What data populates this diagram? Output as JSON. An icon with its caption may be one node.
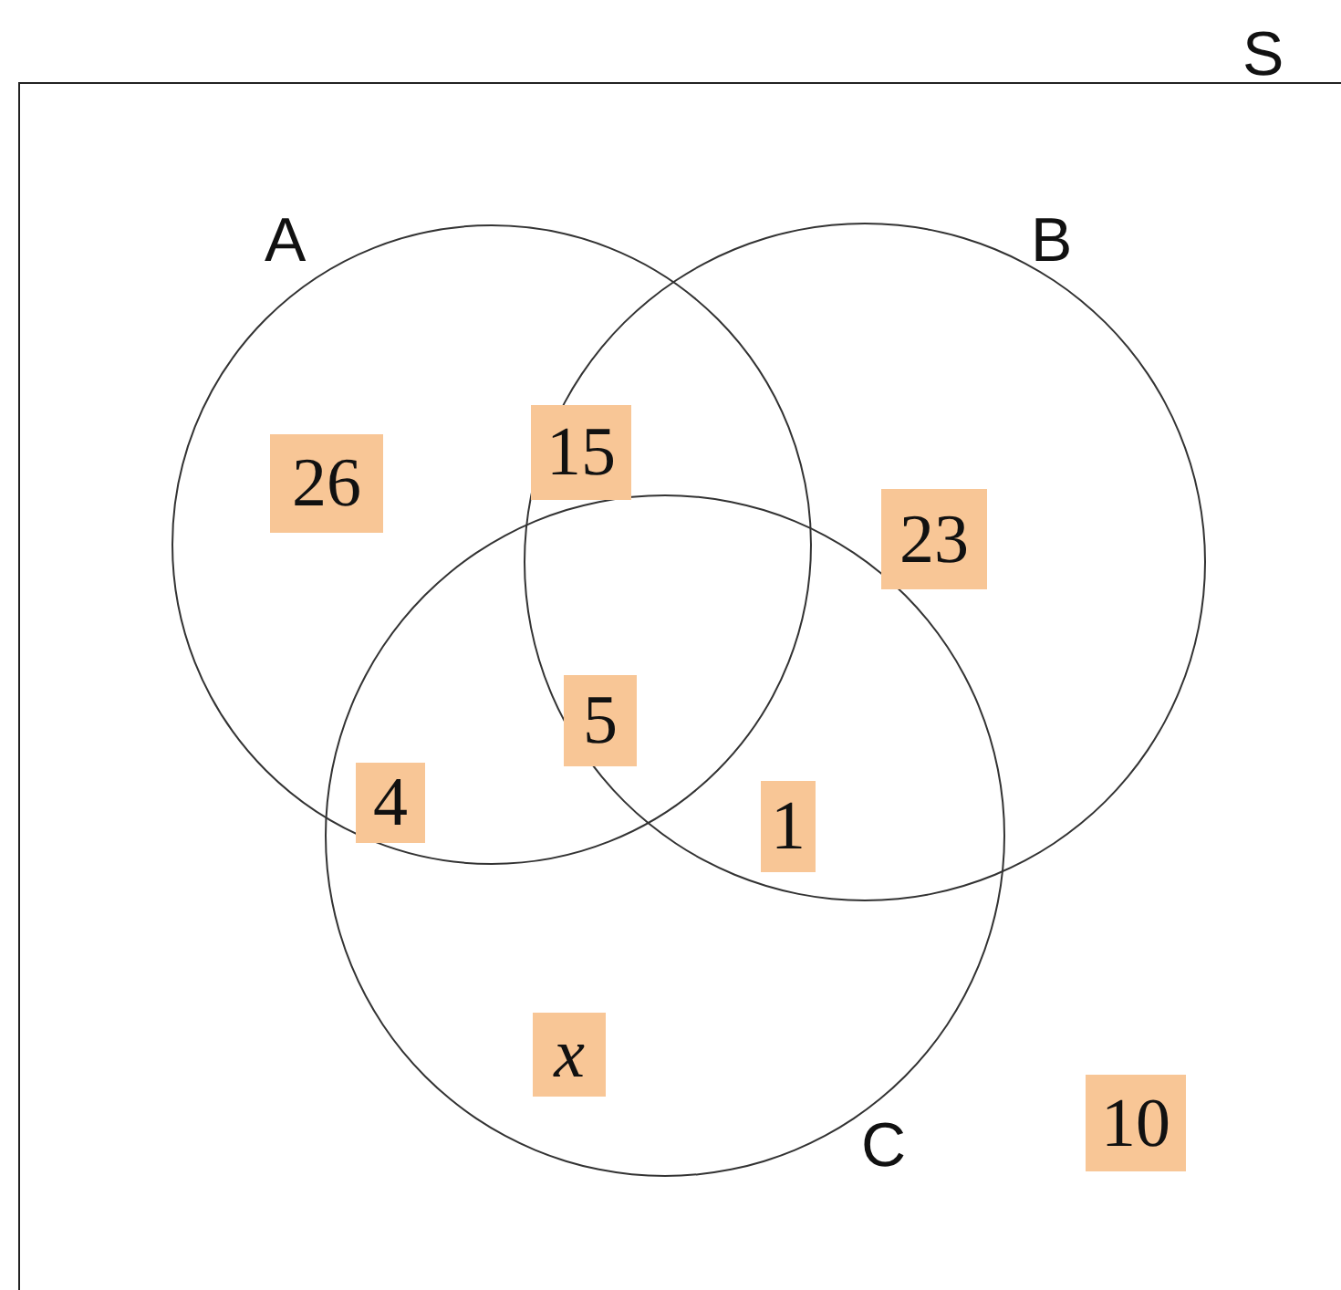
{
  "diagram": {
    "nodes": [
      {
        "text": [
          "S"
        ]
      },
      {
        "text": [
          "A"
        ],
        "in": 0
      },
      {
        "text": [
          "B"
        ],
        "in": 0
      },
      {
        "text": [
          "C"
        ],
        "in": 0
      },
      {
        "text": [
          "26"
        ],
        "in": 1
      },
      {
        "text": [
          "15"
        ]
      },
      {
        "text": [
          "23"
        ]
      },
      {
        "text": [
          "5"
        ]
      },
      {
        "text": [
          "4"
        ]
      },
      {
        "text": [
          "1"
        ]
      },
      {
        "text": [
          "x"
        ],
        "in": 3
      },
      {
        "text": [
          "10"
        ],
        "in": 0
      }
    ]
  }
}
